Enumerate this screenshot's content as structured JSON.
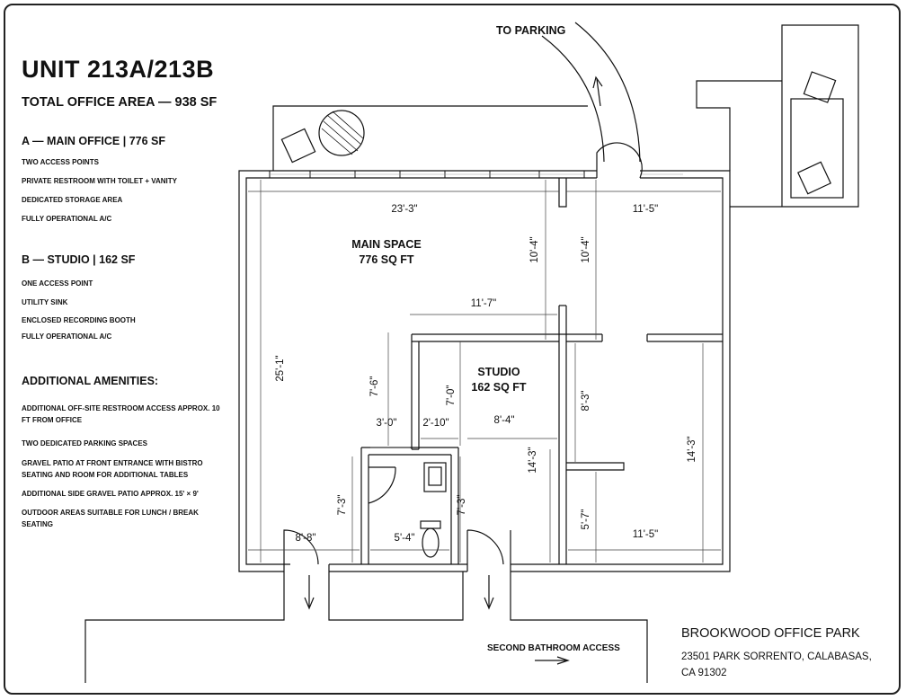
{
  "title": "UNIT 213A/213B",
  "total_area": "TOTAL OFFICE AREA — 938 SF",
  "section_a": {
    "heading": "A — MAIN OFFICE | 776 SF",
    "items": [
      "TWO ACCESS POINTS",
      "PRIVATE RESTROOM WITH TOILET + VANITY",
      "DEDICATED STORAGE AREA",
      "FULLY OPERATIONAL A/C"
    ]
  },
  "section_b": {
    "heading": "B — STUDIO | 162 SF",
    "items": [
      "ONE ACCESS POINT",
      "UTILITY SINK",
      "ENCLOSED RECORDING BOOTH",
      "FULLY OPERATIONAL A/C"
    ]
  },
  "amenities": {
    "heading": "ADDITIONAL AMENITIES:",
    "items": [
      "ADDITIONAL OFF-SITE RESTROOM ACCESS APPROX. 10 FT FROM OFFICE",
      "TWO DEDICATED PARKING SPACES",
      "GRAVEL PATIO AT FRONT ENTRANCE WITH BISTRO SEATING AND ROOM FOR ADDITIONAL TABLES",
      "ADDITIONAL SIDE GRAVEL PATIO APPROX. 15' × 9'",
      "OUTDOOR AREAS SUITABLE FOR LUNCH / BREAK SEATING"
    ]
  },
  "plan": {
    "to_parking": "TO PARKING",
    "main_space": {
      "line1": "MAIN SPACE",
      "line2": "776 SQ FT"
    },
    "studio": {
      "line1": "STUDIO",
      "line2": "162 SQ FT"
    },
    "second_bathroom": "SECOND BATHROOM ACCESS",
    "dims": {
      "d_23_3": "23'-3\"",
      "d_11_5_top": "11'-5\"",
      "d_10_4_a": "10'-4\"",
      "d_10_4_b": "10'-4\"",
      "d_11_7": "11'-7\"",
      "d_25_1": "25'-1\"",
      "d_7_6": "7'-6\"",
      "d_7_0": "7'-0\"",
      "d_8_3": "8'-3\"",
      "d_3_0": "3'-0\"",
      "d_2_10": "2'-10\"",
      "d_8_4": "8'-4\"",
      "d_14_3_a": "14'-3\"",
      "d_14_3_b": "14'-3\"",
      "d_7_3_a": "7'-3\"",
      "d_7_3_b": "7'-3\"",
      "d_8_8": "8'-8\"",
      "d_5_4": "5'-4\"",
      "d_5_7": "5'-7\"",
      "d_11_5_bot": "11'-5\""
    }
  },
  "brookwood": {
    "name": "BROOKWOOD OFFICE PARK",
    "address": "23501 PARK SORRENTO, CALABASAS, CA 91302"
  }
}
